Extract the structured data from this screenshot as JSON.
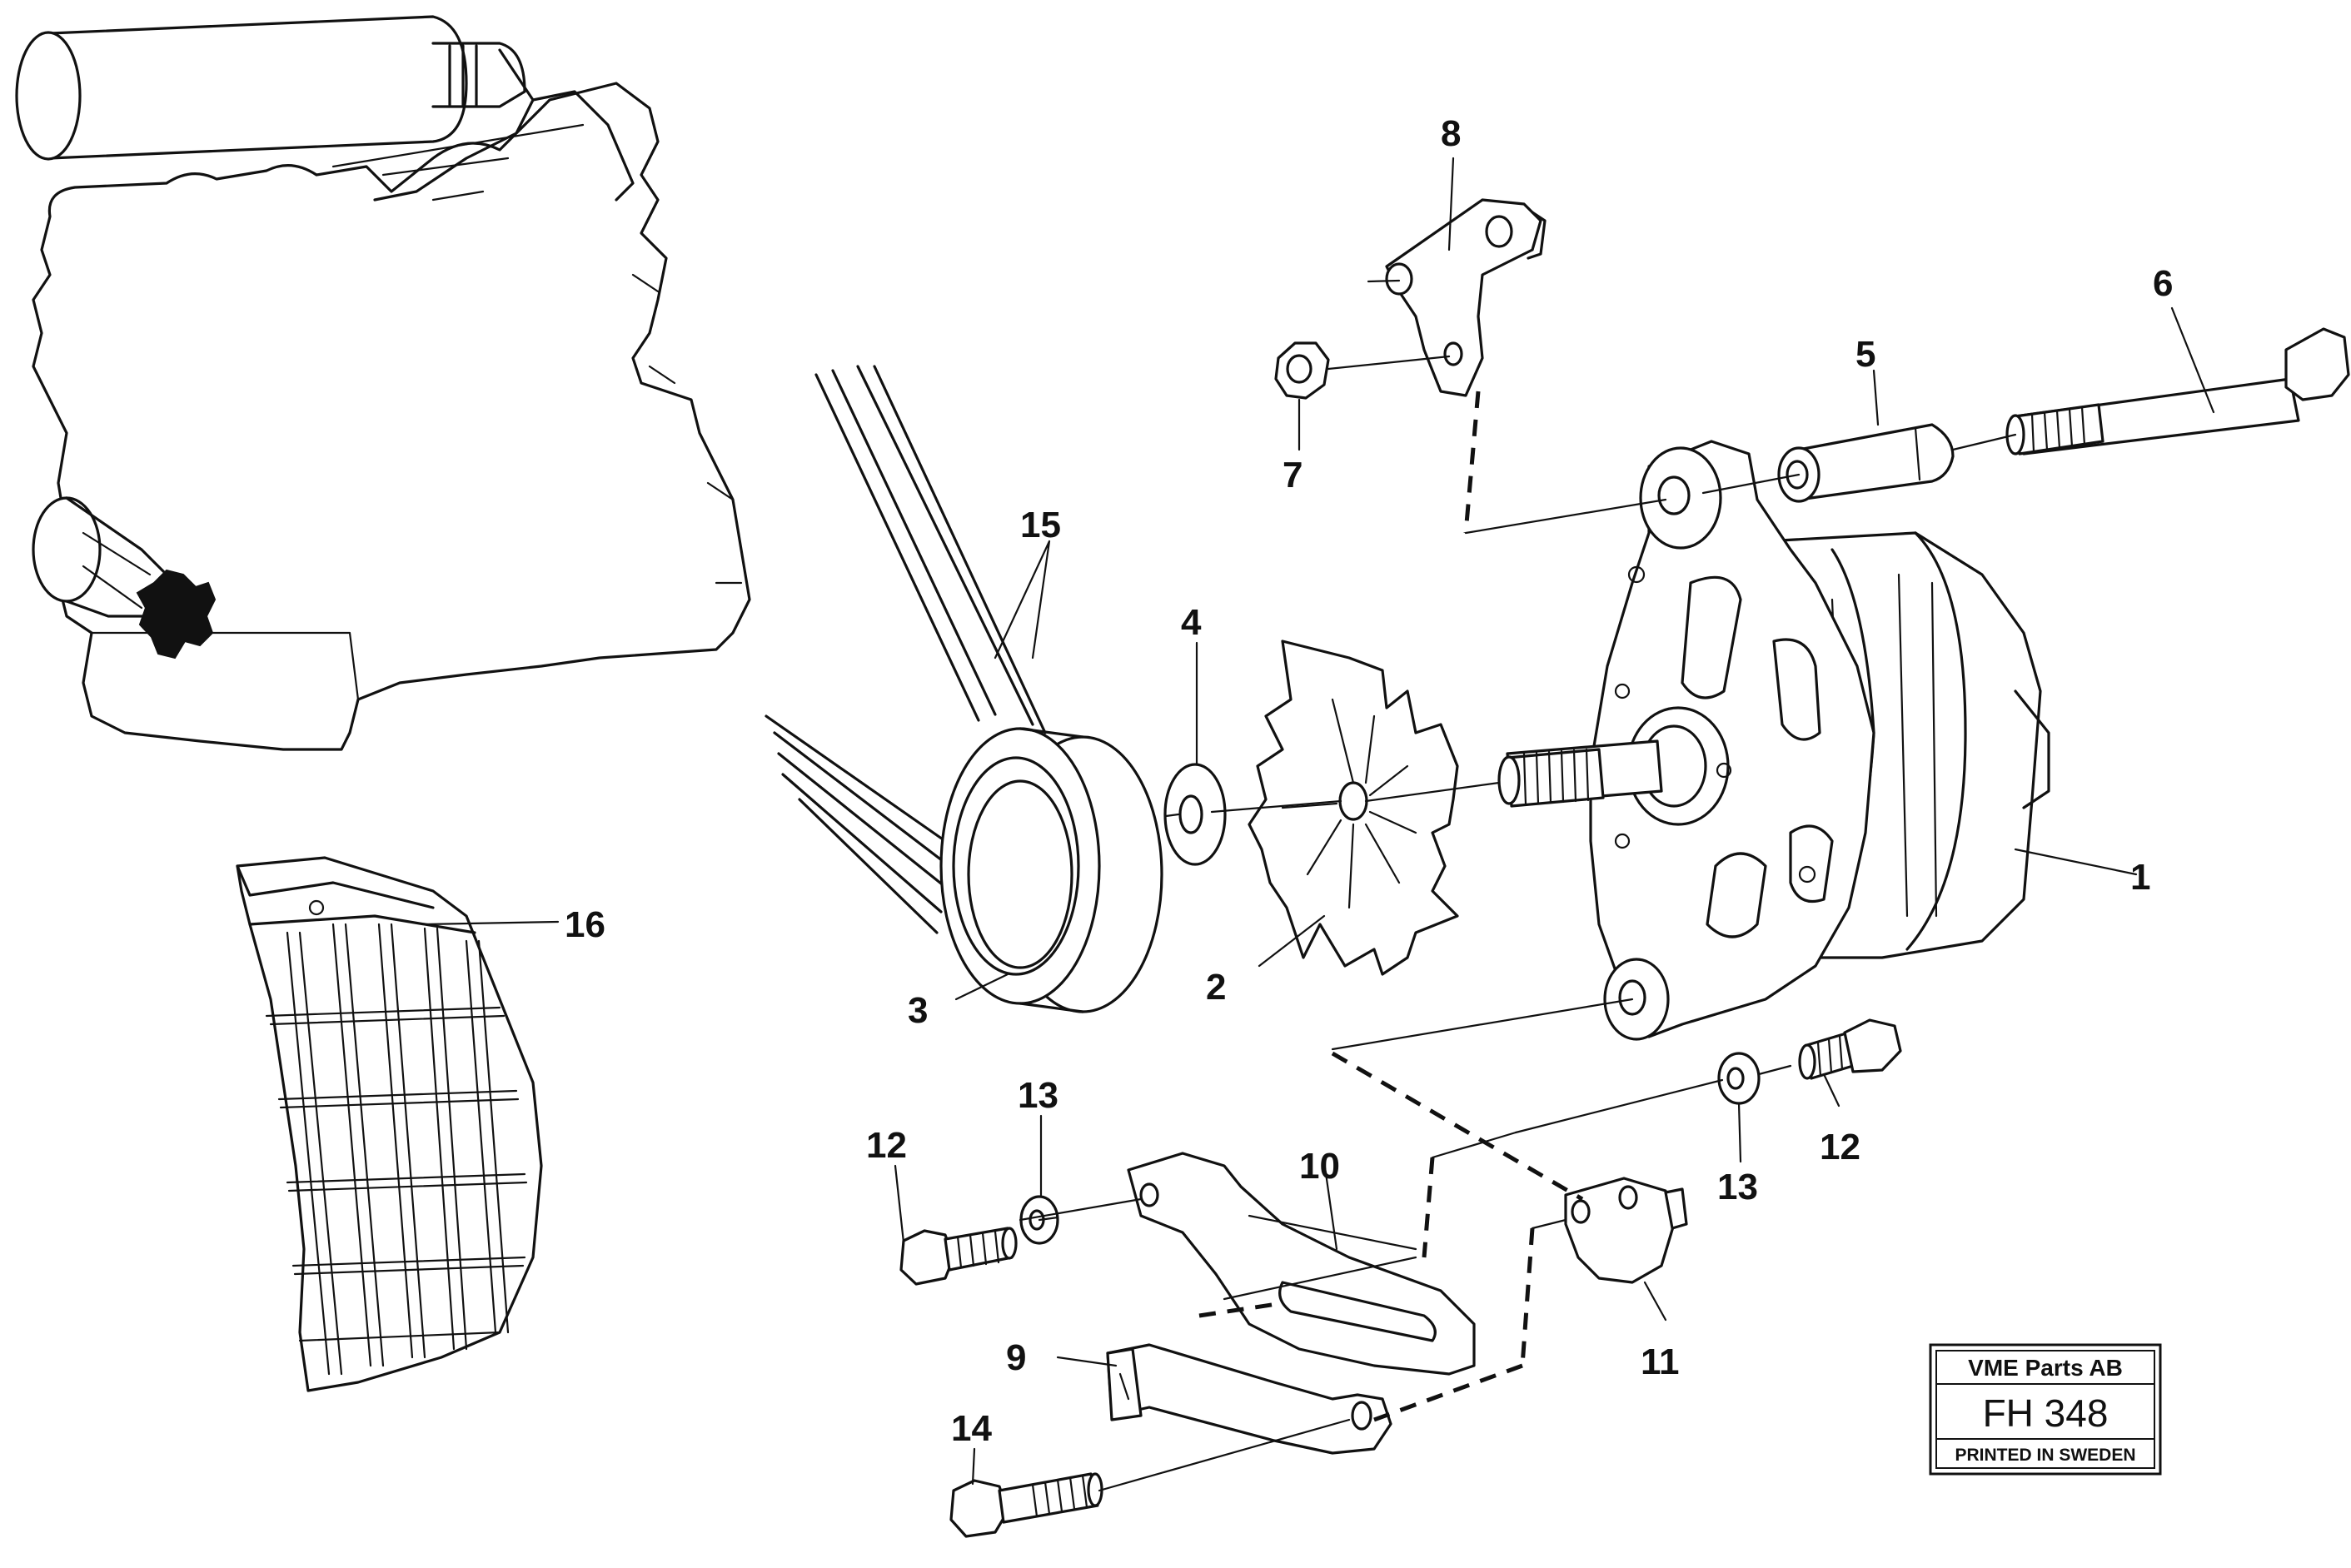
{
  "callouts": {
    "c1": "1",
    "c2": "2",
    "c3": "3",
    "c4": "4",
    "c5": "5",
    "c6": "6",
    "c7": "7",
    "c8": "8",
    "c9": "9",
    "c10": "10",
    "c11": "11",
    "c12a": "12",
    "c12b": "12",
    "c13a": "13",
    "c13b": "13",
    "c14": "14",
    "c15": "15",
    "c16": "16"
  },
  "title_block": {
    "company": "VME Parts AB",
    "code": "FH 348",
    "printed": "PRINTED IN SWEDEN"
  }
}
